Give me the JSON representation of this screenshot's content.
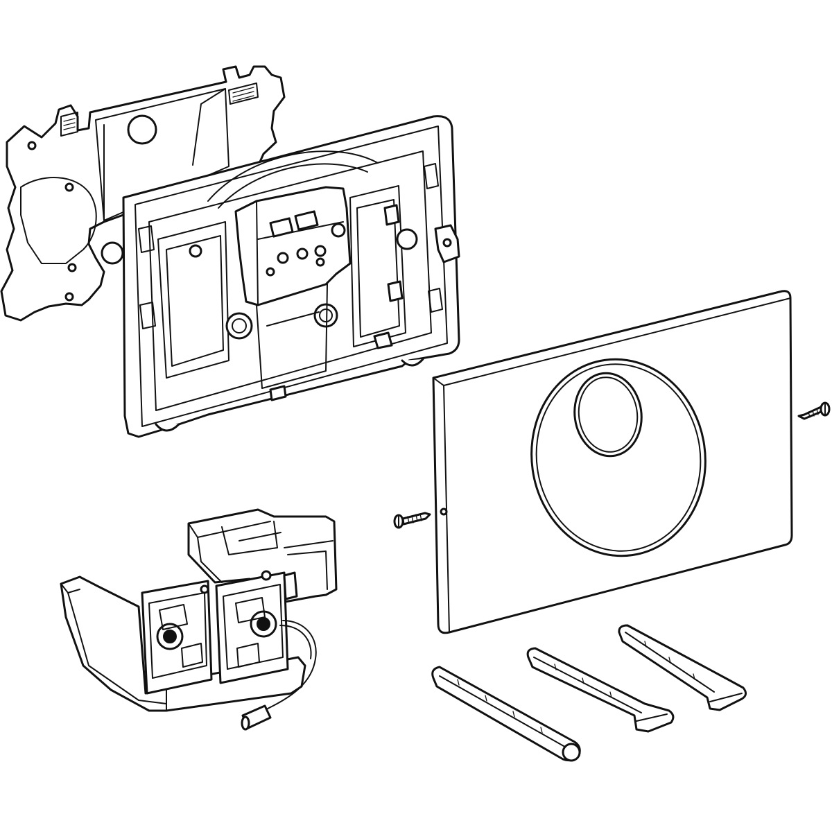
{
  "diagram": {
    "style": "black line-art exploded view on white background",
    "components": [
      "mounting-template",
      "mounting-frame",
      "actuator-plate",
      "plate-screw",
      "plate-screw",
      "sensor-electronics-module",
      "connecting-rod",
      "connecting-rod",
      "connecting-rod"
    ],
    "colors": {
      "line": "#111111",
      "background": "#ffffff"
    }
  }
}
